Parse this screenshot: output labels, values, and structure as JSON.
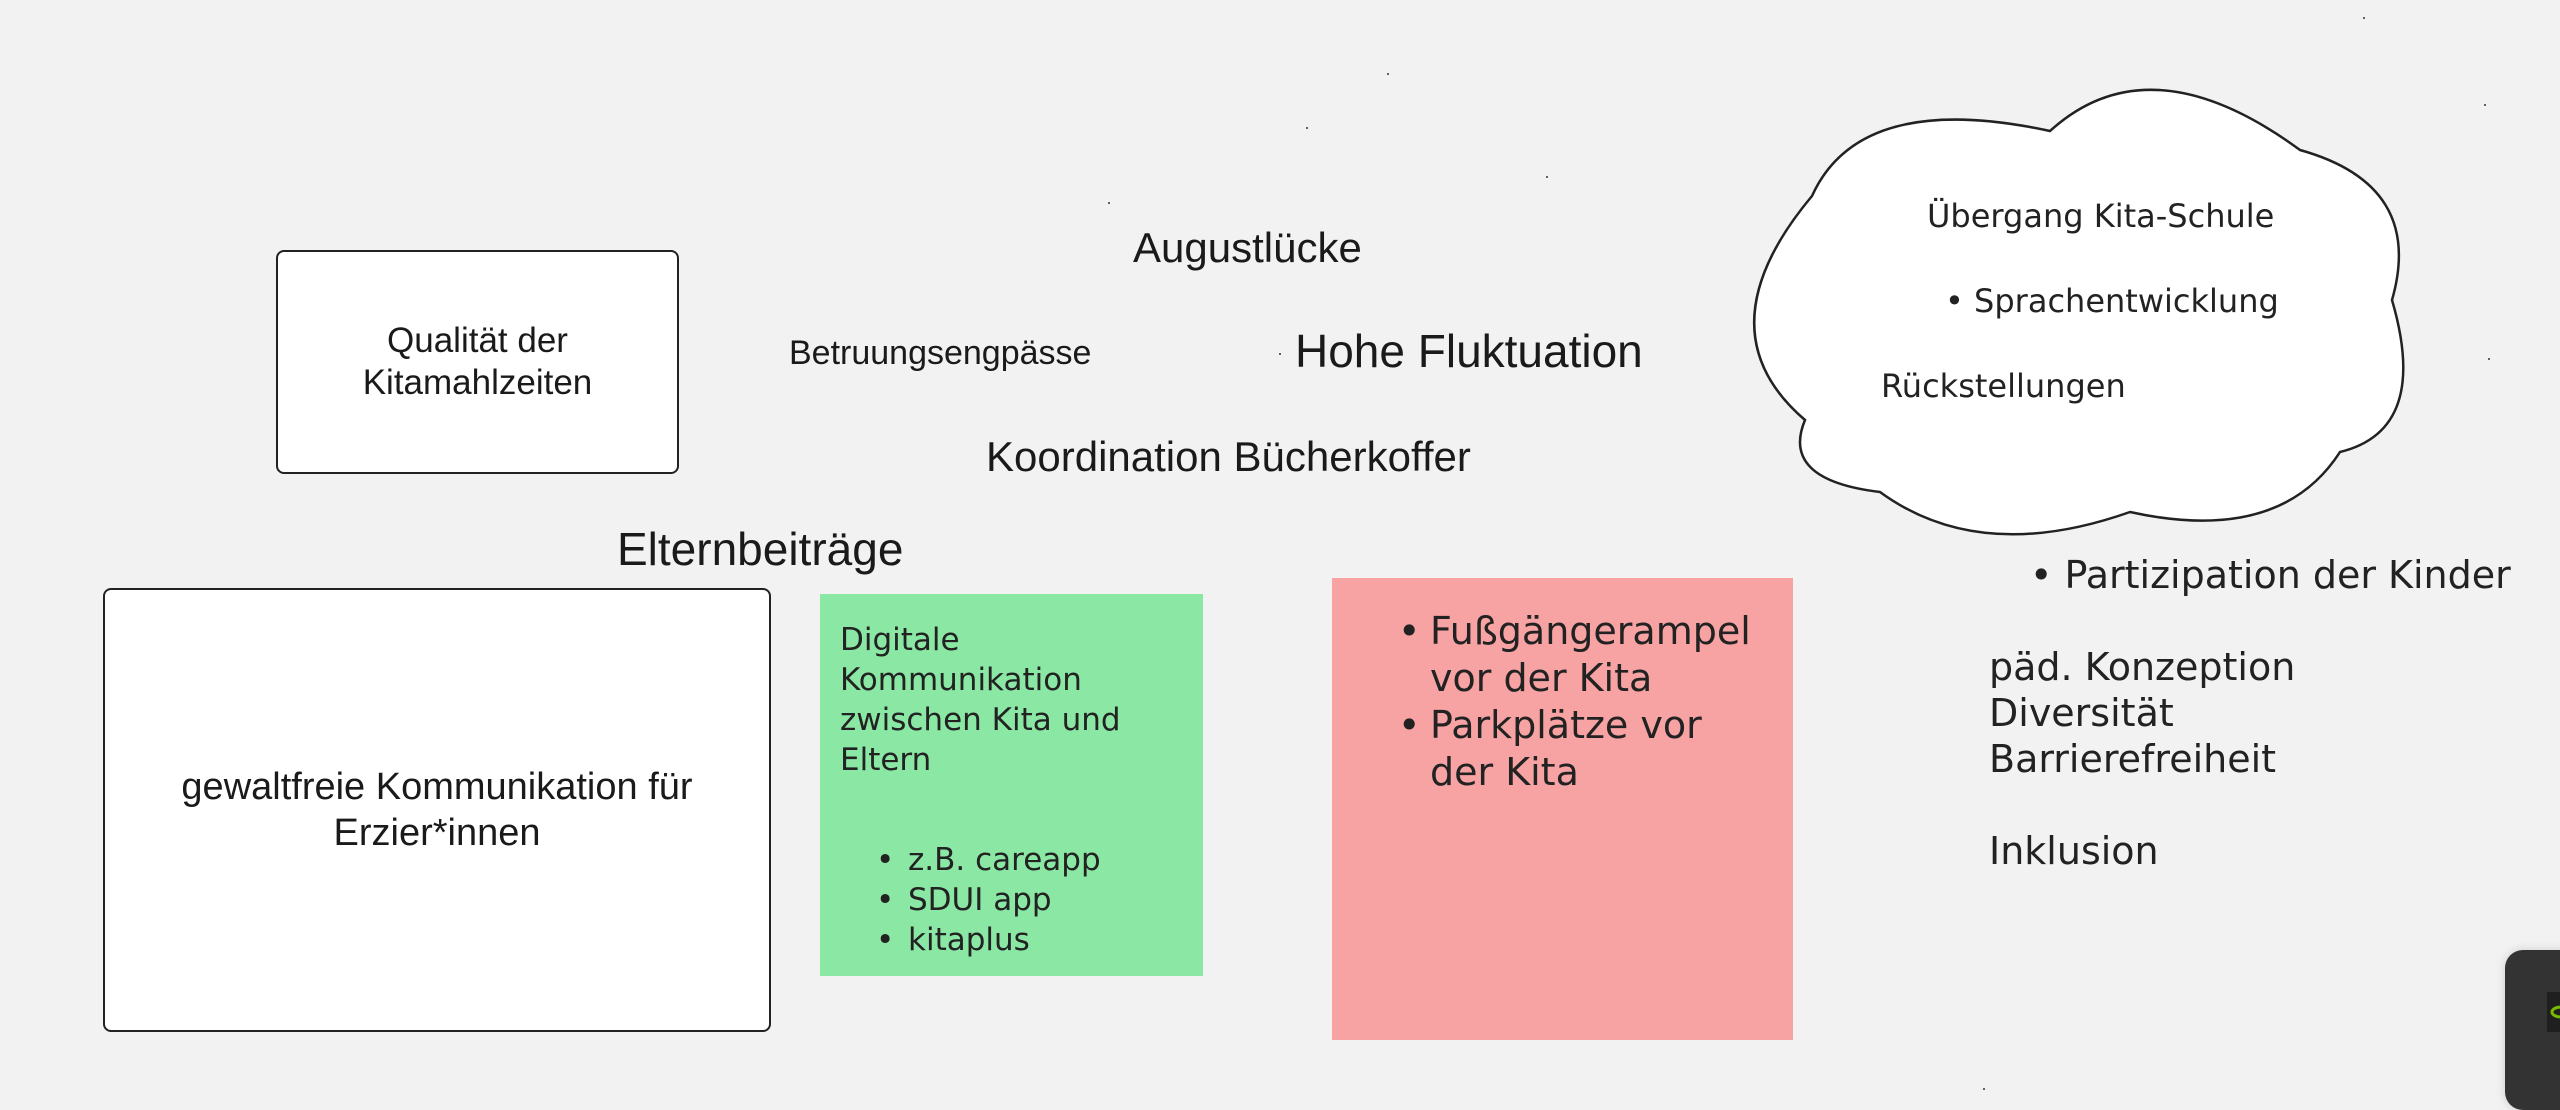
{
  "canvas": {
    "boxes": {
      "quality": "Qualität der Kitamahlzeiten",
      "violence_free": "gewaltfreie Kommunikation für Erzier*innen"
    },
    "labels": {
      "augustluecke": "Augustlücke",
      "betreuung": "Betruungsengpässe",
      "fluktuation": "Hohe Fluktuation",
      "buecherkoffer": "Koordination Bücherkoffer",
      "elternbeitraege": "Elternbeiträge"
    },
    "green_note": {
      "color": "#8ae8a4",
      "title": "Digitale Kommunikation zwischen Kita und Eltern",
      "items": [
        "z.B. careapp",
        "SDUI app",
        "kitaplus"
      ]
    },
    "red_note": {
      "color": "#f7a3a3",
      "items": [
        "Fußgängerampel vor der Kita",
        "Parkplätze vor der Kita"
      ]
    },
    "cloud": {
      "title": "Übergang Kita-Schule",
      "bullet": "Sprachentwicklung",
      "extra": "Rückstellungen"
    },
    "right_list": {
      "bullet": "Partizipation der Kinder",
      "lines": [
        "päd. Konzeption",
        "Diversität",
        "Barrierefreiheit"
      ],
      "last": "Inklusion"
    }
  },
  "overlay_panel": {
    "icon": "eye-icon",
    "accent": "#76b900"
  }
}
